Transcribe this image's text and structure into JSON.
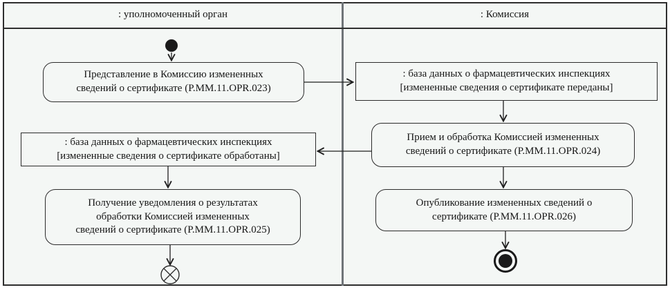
{
  "lanes": [
    {
      "label": ": уполномоченный орган"
    },
    {
      "label": ": Комиссия"
    }
  ],
  "activities": {
    "submit": {
      "lines": [
        "Представление в Комиссию измененных",
        "сведений о сертификате (P.MM.11.OPR.023)"
      ]
    },
    "receive_process": {
      "lines": [
        "Прием и обработка Комиссией измененных",
        "сведений о сертификате (P.MM.11.OPR.024)"
      ]
    },
    "get_notification": {
      "lines": [
        "Получение уведомления о результатах",
        "обработки Комиссией измененных",
        "сведений о сертификате (P.MM.11.OPR.025)"
      ]
    },
    "publish": {
      "lines": [
        "Опубликование измененных сведений о",
        "сертификате (P.MM.11.OPR.026)"
      ]
    }
  },
  "objects": {
    "db_transferred": {
      "lines": [
        ": база данных о фармацевтических инспекциях",
        "[измененные сведения о сертификате переданы]"
      ]
    },
    "db_processed": {
      "lines": [
        ": база данных о фармацевтических инспекциях",
        "[измененные сведения о сертификате обработаны]"
      ]
    }
  },
  "symbols": {
    "initial_node": "filled-circle",
    "flow_final_node": "circle-with-x",
    "activity_final_node": "bullseye"
  },
  "colors": {
    "background": "#f4f7f5",
    "line": "#1f1f1f",
    "frame_border": "#2e2e2e",
    "lane_divider": "#6f7478"
  }
}
